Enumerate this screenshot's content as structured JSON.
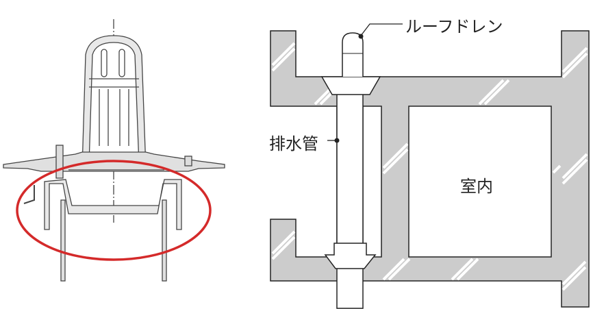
{
  "labels": {
    "roof_drain": "ルーフドレン",
    "drain_pipe": "排水管",
    "indoor": "室内"
  },
  "colors": {
    "highlight_ellipse": "#d42a2a",
    "concrete": "#cccccc",
    "line": "#222222"
  }
}
